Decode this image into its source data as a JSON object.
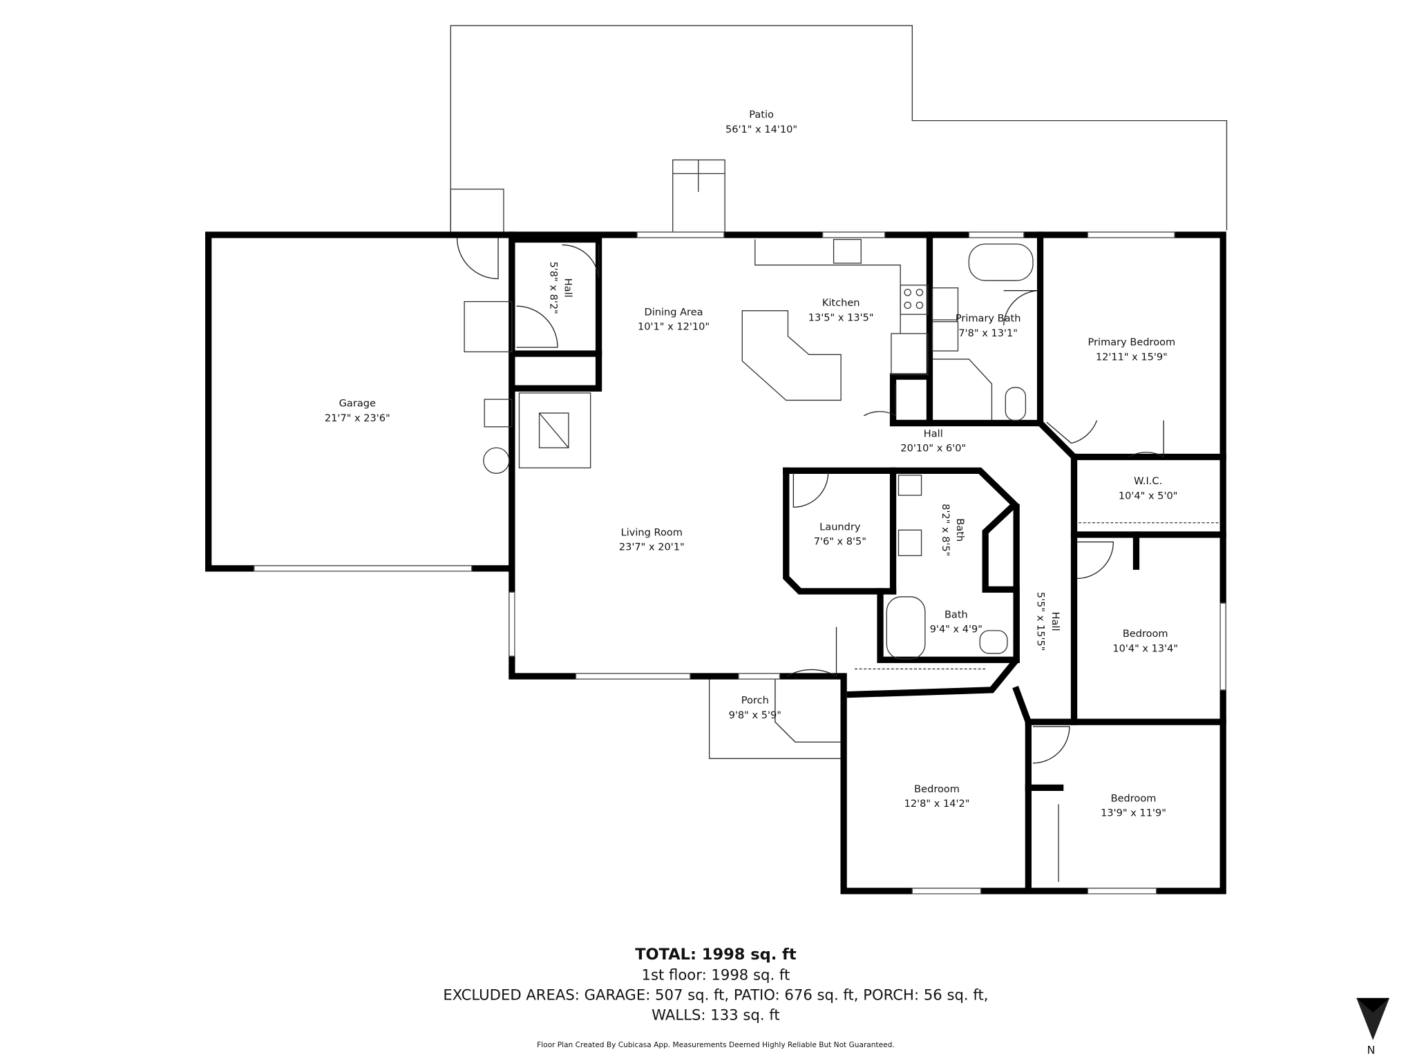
{
  "rooms": [
    {
      "name": "Patio",
      "dims": "56'1\" x 14'10\""
    },
    {
      "name": "Garage",
      "dims": "21'7\" x 23'6\""
    },
    {
      "name": "Hall",
      "dims": "5'8\" x 8'2\""
    },
    {
      "name": "Dining Area",
      "dims": "10'1\" x 12'10\""
    },
    {
      "name": "Kitchen",
      "dims": "13'5\" x 13'5\""
    },
    {
      "name": "Primary Bath",
      "dims": "7'8\" x 13'1\""
    },
    {
      "name": "Primary Bedroom",
      "dims": "12'11\" x 15'9\""
    },
    {
      "name": "Hall",
      "dims": "20'10\" x 6'0\""
    },
    {
      "name": "W.I.C.",
      "dims": "10'4\" x 5'0\""
    },
    {
      "name": "Living Room",
      "dims": "23'7\" x 20'1\""
    },
    {
      "name": "Laundry",
      "dims": "7'6\" x 8'5\""
    },
    {
      "name": "Bath",
      "dims": "8'2\" x 8'5\""
    },
    {
      "name": "Bath",
      "dims": "9'4\" x 4'9\""
    },
    {
      "name": "Hall",
      "dims": "5'5\" x 15'5\""
    },
    {
      "name": "Bedroom",
      "dims": "10'4\" x 13'4\""
    },
    {
      "name": "Porch",
      "dims": "9'8\" x 5'9\""
    },
    {
      "name": "Bedroom",
      "dims": "12'8\" x 14'2\""
    },
    {
      "name": "Bedroom",
      "dims": "13'9\" x 11'9\""
    }
  ],
  "summary": {
    "total": "TOTAL: 1998 sq. ft",
    "floor": "1st floor: 1998 sq. ft",
    "excluded": "EXCLUDED AREAS: GARAGE: 507 sq. ft, PATIO: 676 sq. ft, PORCH: 56 sq. ft,",
    "walls": "WALLS: 133 sq. ft",
    "disclaimer": "Floor Plan Created By Cubicasa App. Measurements Deemed Highly Reliable But Not Guaranteed."
  },
  "compass": {
    "label": "N",
    "icon": "north-arrow-icon"
  }
}
